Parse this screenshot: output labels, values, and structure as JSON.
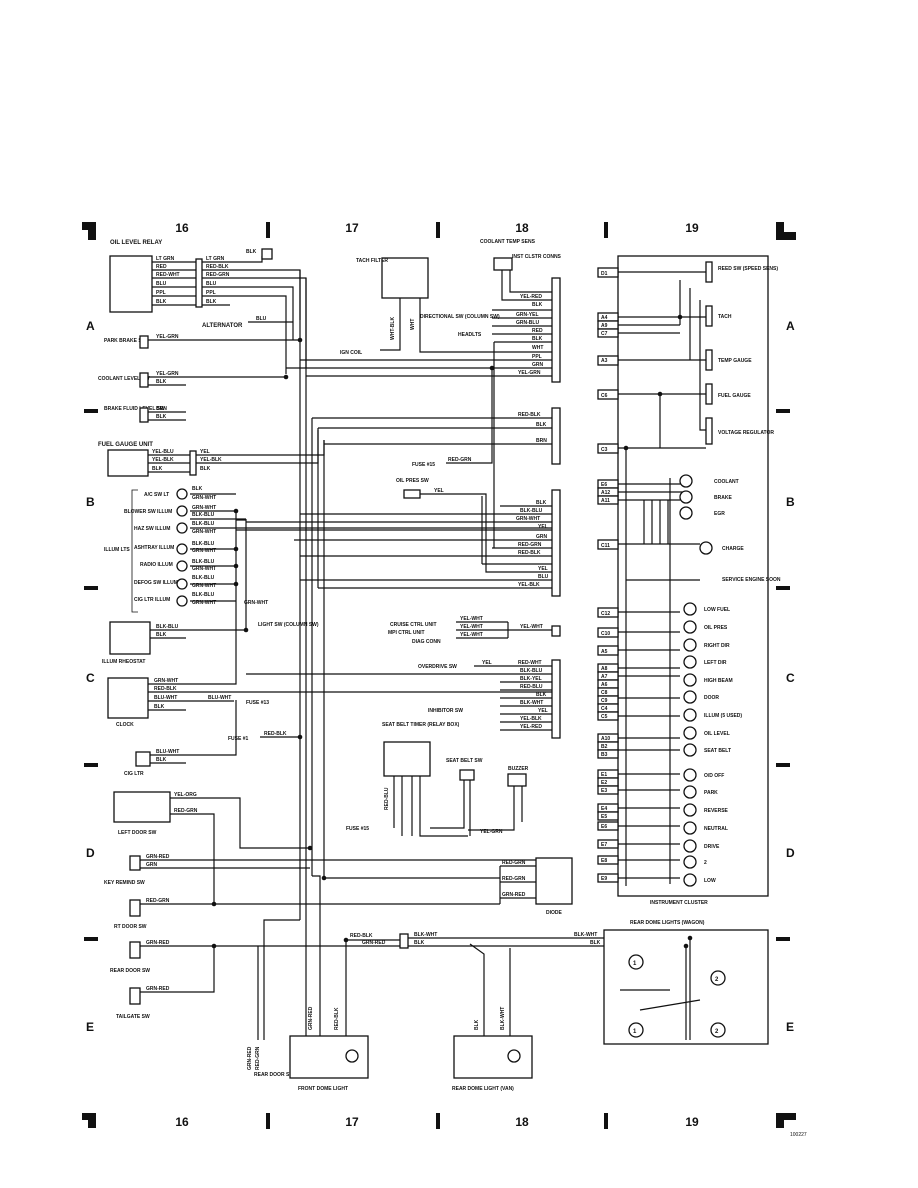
{
  "grid": {
    "columns": [
      "16",
      "17",
      "18",
      "19"
    ],
    "rows": [
      "A",
      "B",
      "C",
      "D",
      "E"
    ]
  },
  "footer_code": "100227",
  "components": {
    "oil_level_relay": "OIL LEVEL RELAY",
    "alternator": "ALTERNATOR",
    "park_brake_sw": "PARK BRAKE SW",
    "coolant_level_sw": "COOLANT LEVEL SW",
    "brake_fluid_level_sw": "BRAKE FLUID LEVEL SW",
    "fuel_gauge_unit": "FUEL GAUGE UNIT",
    "ac_sw_lt": "A/C SW LT",
    "blower_sw_illum": "BLOWER SW ILLUM",
    "haz_sw_illum": "HAZ SW ILLUM",
    "ashtray_illum": "ASHTRAY ILLUM",
    "radio_illum": "RADIO ILLUM",
    "defog_sw_illum": "DEFOG SW ILLUM",
    "cig_ltr_illum": "CIG LTR ILLUM",
    "illum_lts": "ILLUM LTS",
    "light_sw": "LIGHT SW (COLUMN SW)",
    "illum_rheostat": "ILLUM RHEOSTAT",
    "clock": "CLOCK",
    "fuse_13": "FUSE #13",
    "fuse_1": "FUSE #1",
    "cig_ltr": "CIG LTR",
    "left_door_sw": "LEFT DOOR SW",
    "key_remind_sw": "KEY REMIND SW",
    "rt_door_sw": "RT DOOR SW",
    "rear_door_sw": "REAR DOOR SW",
    "tailgate_sw": "TAILGATE SW",
    "rear_door_step_lt": "REAR DOOR STEP LT",
    "front_dome_light": "FRONT DOME LIGHT",
    "rear_dome_light_van": "REAR DOME LIGHT (VAN)",
    "rear_dome_lights_wagon": "REAR DOME LIGHTS (WAGON)",
    "tach_filter": "TACH FILTER",
    "ign_coil": "IGN COIL",
    "coolant_temp_sens": "COOLANT TEMP SENS",
    "inst_clstr_conns": "INST CLSTR CONNS",
    "directional_sw": "DIRECTIONAL SW (COLUMN SW)",
    "headlts": "HEADLTS",
    "fuse_15": "FUSE #15",
    "oil_pres_sw": "OIL PRES SW",
    "cruise_ctrl_unit": "CRUISE CTRL UNIT",
    "mpi_ctrl_unit": "MPI CTRL UNIT",
    "diag_conn": "DIAG CONN",
    "overdrive_sw": "OVERDRIVE SW",
    "inhibitor_sw": "INHIBITOR SW",
    "seat_belt_timer": "SEAT BELT TIMER (RELAY BOX)",
    "seat_belt_sw": "SEAT BELT SW",
    "buzzer": "BUZZER",
    "diode": "DIODE",
    "instrument_cluster": "INSTRUMENT CLUSTER"
  },
  "wires": {
    "blk": "BLK",
    "lt_grn": "LT GRN",
    "red": "RED",
    "red_wht": "RED-WHT",
    "blu": "BLU",
    "ppl": "PPL",
    "red_blk": "RED-BLK",
    "red_grn": "RED-GRN",
    "yel_grn": "YEL-GRN",
    "brn": "BRN",
    "yel_blu": "YEL-BLU",
    "yel_blk": "YEL-BLK",
    "yel": "YEL",
    "grn_wht": "GRN-WHT",
    "blk_blu": "BLK-BLU",
    "blu_wht": "BLU-WHT",
    "yel_org": "YEL-ORG",
    "grn_red": "GRN-RED",
    "grn": "GRN",
    "blk_wht": "BLK-WHT",
    "yel_red": "YEL-RED",
    "grn_yel": "GRN-YEL",
    "grn_blu": "GRN-BLU",
    "wht": "WHT",
    "wht_blk": "WHT-BLK",
    "yel_wht": "YEL-WHT",
    "blk_yel": "BLK-YEL",
    "red_blu": "RED-BLU",
    "red_blk2": "RED-BLK"
  },
  "connectors": {
    "A": [
      "YEL-RED",
      "BLK",
      "",
      "GRN-YEL",
      "GRN-BLU",
      "RED",
      "BLK",
      "WHT",
      "PPL",
      "GRN",
      "YEL-GRN"
    ],
    "B": [
      "RED-BLK",
      "BLK",
      "",
      "BRN",
      "",
      ""
    ],
    "C": [
      "BLK",
      "BLK-BLU",
      "GRN-WHT",
      "YEL",
      "GRN",
      "RED-GRN",
      "RED-BLK",
      "YEL",
      "BLU",
      "YEL-BLK"
    ],
    "D": [
      "YEL-WHT"
    ],
    "E": [
      "RED-WHT",
      "BLK-BLU",
      "BLK-YEL",
      "RED-BLU",
      "BLK",
      "BLK-WHT",
      "YEL",
      "YEL-BLK",
      "YEL-RED"
    ]
  },
  "cluster_pins": [
    "D1",
    "A4",
    "A9",
    "C7",
    "A3",
    "C6",
    "C3",
    "E6",
    "A12",
    "A11",
    "C11",
    "C12",
    "C10",
    "A5",
    "A8",
    "A7",
    "A6",
    "C8",
    "C9",
    "C4",
    "C5",
    "A10",
    "B2",
    "B3",
    "E1",
    "E2",
    "E3",
    "E4",
    "E5",
    "E6",
    "E7",
    "E8",
    "E9"
  ],
  "cluster_items": {
    "reed_sw": "REED SW (SPEED SENS)",
    "tach": "TACH",
    "temp_gauge": "TEMP GAUGE",
    "fuel_gauge": "FUEL GAUGE",
    "voltage_regulator": "VOLTAGE REGULATOR",
    "coolant": "COOLANT",
    "brake": "BRAKE",
    "egr": "EGR",
    "charge": "CHARGE",
    "service_engine_soon": "SERVICE ENGINE SOON",
    "low_fuel": "LOW FUEL",
    "oil_pres": "OIL PRES",
    "right_dir": "RIGHT DIR",
    "left_dir": "LEFT DIR",
    "high_beam": "HIGH BEAM",
    "door": "DOOR",
    "illum_used": "ILLUM (5 USED)",
    "oil_level": "OIL LEVEL",
    "seat_belt": "SEAT BELT",
    "od_off": "O/D OFF",
    "park": "PARK",
    "reverse": "REVERSE",
    "neutral": "NEUTRAL",
    "drive": "DRIVE",
    "two": "2",
    "low": "LOW"
  },
  "bulb_labels": [
    "1",
    "2"
  ]
}
